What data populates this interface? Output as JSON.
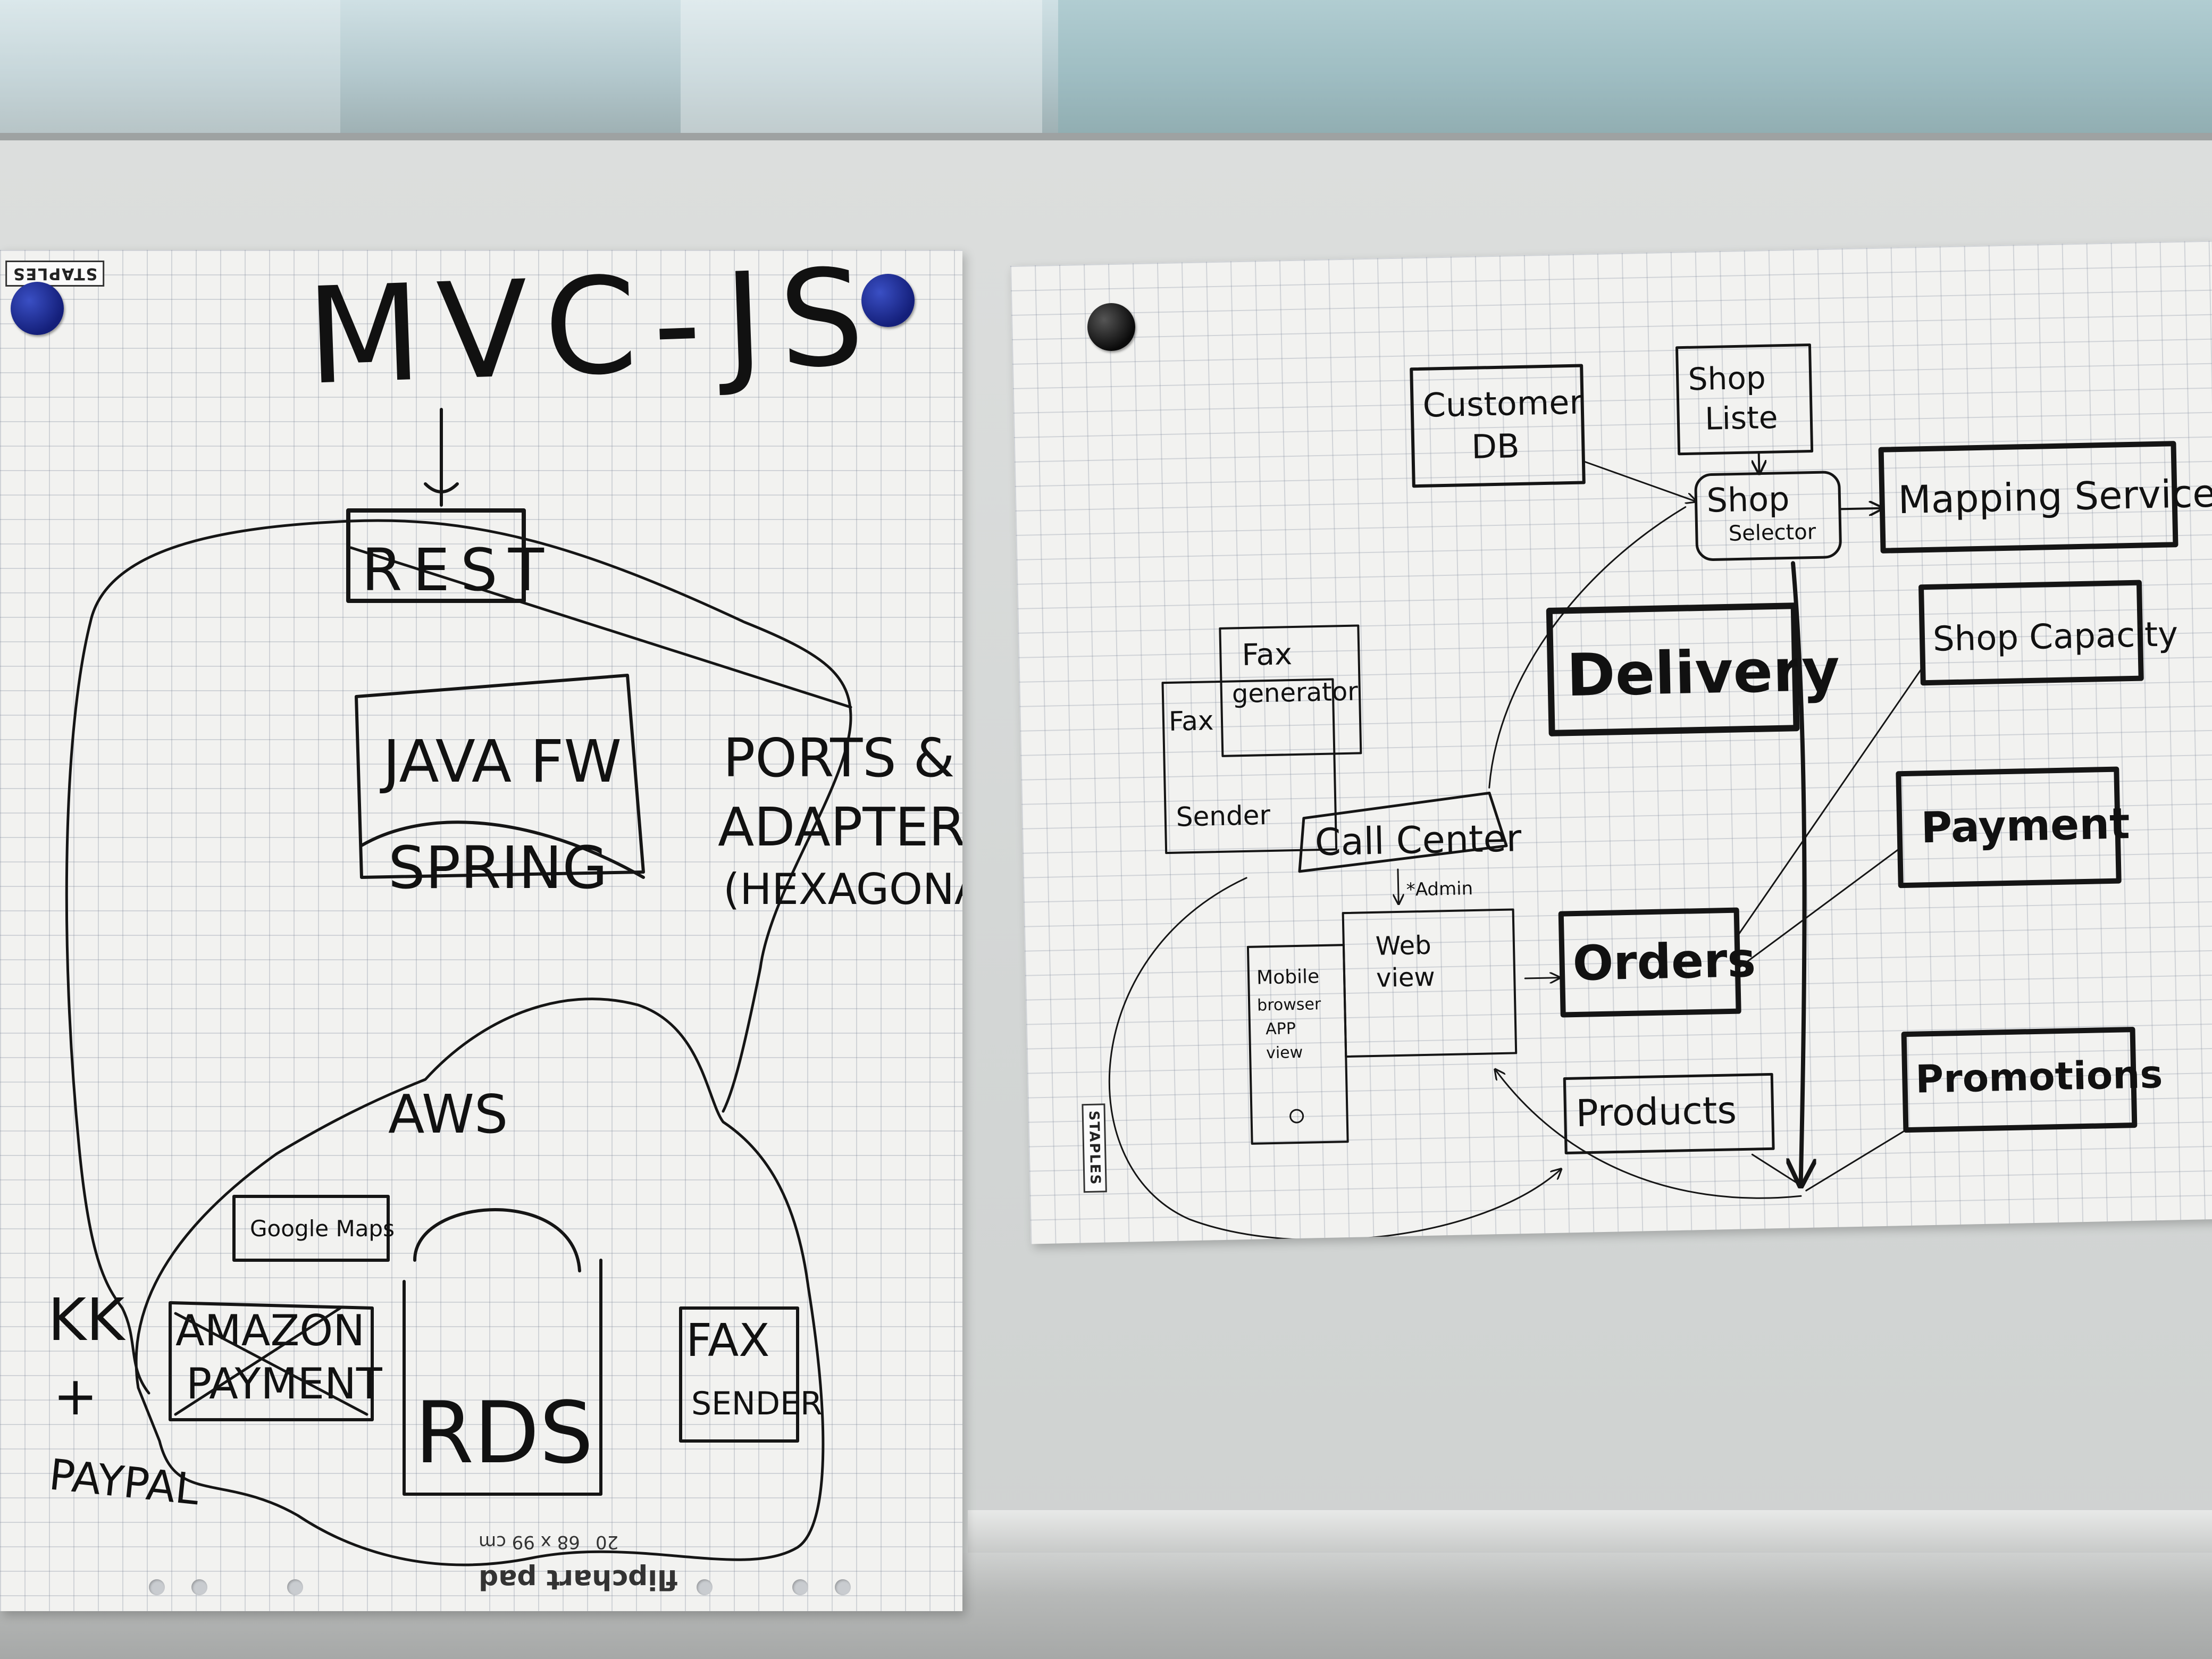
{
  "left_sheet": {
    "title": "MVC-JS",
    "rest_box": "REST",
    "java_box": "JAVA FW",
    "spring_box": "SPRING",
    "ports_label_line1": "PORTS &",
    "ports_label_line2": "ADAPTERS",
    "ports_label_line3": "(HEXAGONAL)",
    "aws_label": "AWS",
    "google_maps_box": "Google Maps",
    "amazon_payment_line1": "AMAZON",
    "amazon_payment_line2": "PAYMENT",
    "rds_box": "RDS",
    "fax_sender_line1": "FAX",
    "fax_sender_line2": "SENDER",
    "kk_line1": "KK",
    "kk_line2": "+",
    "kk_line3": "PAYPAL",
    "brand_stamp": "STAPLES",
    "pad_brand": "flipchart pad",
    "pad_size": "68 x 99 cm",
    "pad_count": "20"
  },
  "right_sheet": {
    "customer_db_line1": "Customer",
    "customer_db_line2": "DB",
    "shop_liste_line1": "Shop",
    "shop_liste_line2": "Liste",
    "shop_selector_line1": "Shop",
    "shop_selector_line2": "Selector",
    "mapping_service": "Mapping Service",
    "delivery": "Delivery",
    "shop_capacity": "Shop Capacity",
    "fax_generator_line1": "Fax",
    "fax_generator_line2": "generator",
    "fax_sender_line1": "Fax",
    "fax_sender_line2": "Sender",
    "call_center": "Call Center",
    "admin_note": "*Admin",
    "payment": "Payment",
    "web_view_line1": "Web",
    "web_view_line2": "view",
    "mobile_line1": "Mobile",
    "mobile_line2": "browser",
    "mobile_line3": "APP",
    "mobile_line4": "view",
    "orders": "Orders",
    "products": "Products",
    "promotions": "Promotions",
    "brand_stamp": "STAPLES"
  },
  "colors": {
    "ink": "#151515",
    "magnet_blue": "#1d2a9a",
    "magnet_black": "#0a0a0a",
    "paper": "#f2f2f0",
    "whiteboard": "#d6d8d7"
  }
}
